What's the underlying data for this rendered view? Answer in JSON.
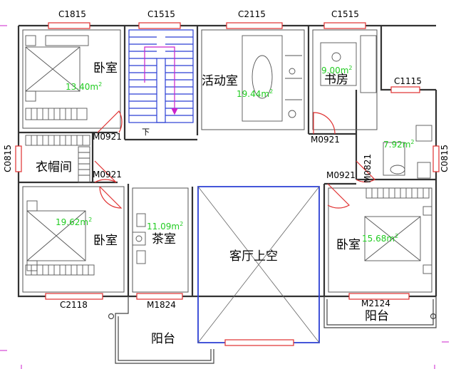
{
  "window_labels": {
    "c1815": "C1815",
    "c1515_stair": "C1515",
    "c2115": "C2115",
    "c1515_study": "C1515",
    "c1115": "C1115",
    "c0815_left": "C0815",
    "c0815_right": "C0815",
    "c2118": "C2118",
    "m1824": "M1824",
    "m2124": "M2124"
  },
  "door_labels": {
    "m0921_bedroom1": "M0921",
    "m0921_study": "M0921",
    "m0921_closet": "M0921",
    "m0921_bedroom3": "M0921",
    "m0821_bath": "M0821"
  },
  "rooms": {
    "bedroom_top_left": {
      "name": "卧室",
      "area": "13.40",
      "unit": "m",
      "sup": "2"
    },
    "activity_room": {
      "name": "活动室",
      "area": "19.44",
      "unit": "m",
      "sup": "2"
    },
    "study": {
      "name": "书房",
      "area": "9.00",
      "unit": "m",
      "sup": "2"
    },
    "bathroom": {
      "area": "7.92",
      "unit": "m",
      "sup": "2"
    },
    "closet": {
      "name": "衣帽间"
    },
    "bedroom_bottom_left": {
      "name": "卧室",
      "area": "19.62",
      "unit": "m",
      "sup": "2"
    },
    "tea_room": {
      "name": "茶室",
      "area": "11.09",
      "unit": "m",
      "sup": "2"
    },
    "living_void": {
      "name": "客厅上空"
    },
    "bedroom_bottom_right": {
      "name": "卧室",
      "area": "15.68",
      "unit": "m",
      "sup": "2"
    },
    "balcony_left": {
      "name": "阳台"
    },
    "balcony_right": {
      "name": "阳台"
    }
  },
  "stairs": {
    "down_label": "下"
  },
  "colors": {
    "wall": "#333333",
    "window": "#e03030",
    "stair": "#2b3fd4",
    "arrow": "#cc22cc",
    "area_text": "#22cc22"
  }
}
